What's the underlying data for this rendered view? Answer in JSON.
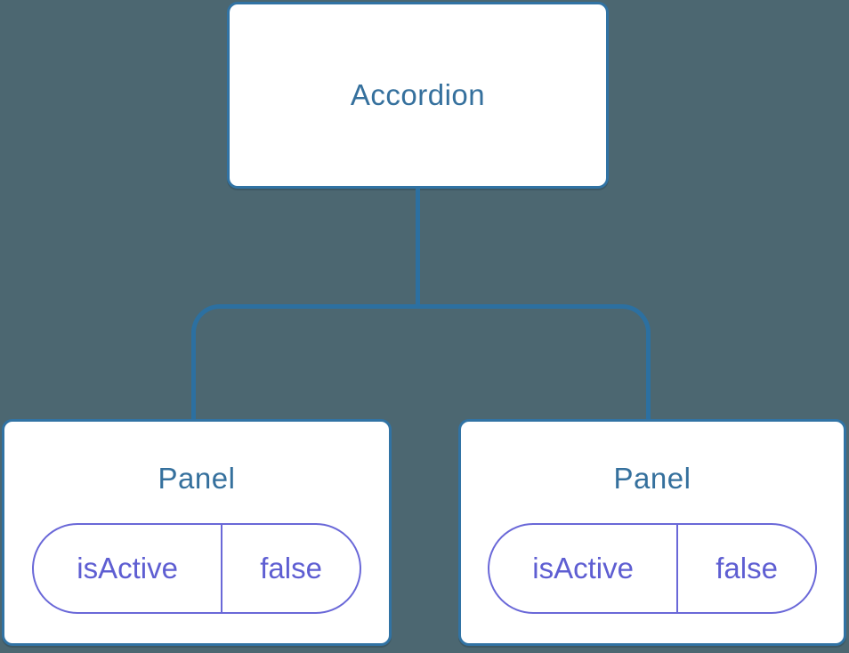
{
  "colors": {
    "background": "#4C6771",
    "node-bg": "#FFFFFF",
    "node-border": "#3173A4",
    "node-text": "#35709D",
    "connector": "#2C70A1",
    "state-border": "#6A68D8",
    "state-text": "#5E5ED2"
  },
  "tree": {
    "root": {
      "label": "Accordion"
    },
    "children": [
      {
        "label": "Panel",
        "state": {
          "key": "isActive",
          "value": "false"
        }
      },
      {
        "label": "Panel",
        "state": {
          "key": "isActive",
          "value": "false"
        }
      }
    ]
  }
}
